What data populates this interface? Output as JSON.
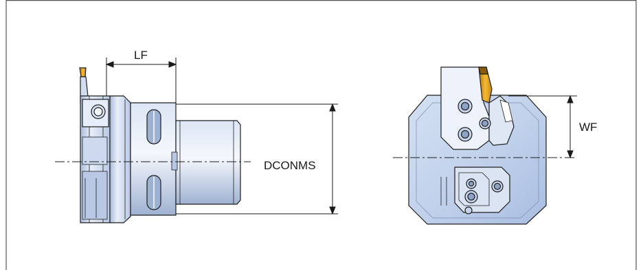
{
  "labels": {
    "lf": "LF",
    "dconms": "DCONMS",
    "wf": "WF"
  },
  "colors": {
    "body_fill": "#c9d7ee",
    "body_light": "#eaf0fa",
    "body_dark": "#8ea2c5",
    "outline": "#1e1e1e",
    "insert": "#e8a21a",
    "dim_line": "#1a1a1a"
  },
  "views": [
    "side-view",
    "front-view"
  ]
}
